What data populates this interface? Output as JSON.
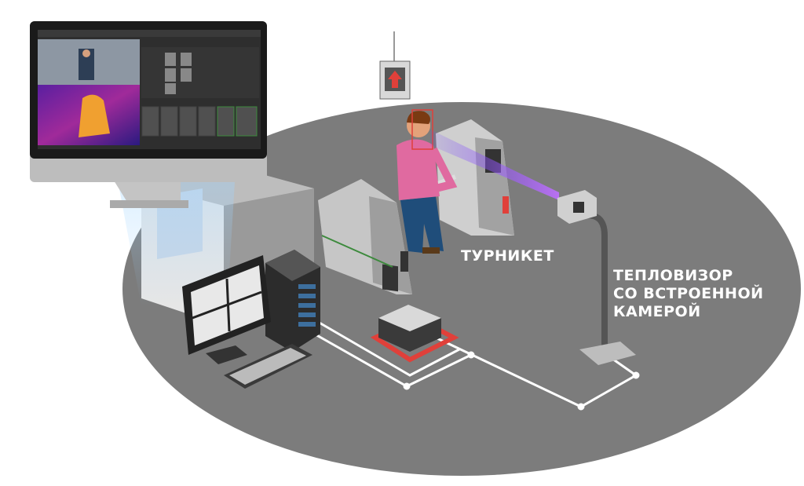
{
  "labels": {
    "turnstile": "ТУРНИКЕТ",
    "thermal_camera": [
      "ТЕПЛОВИЗОР",
      "СО ВСТРОЕННОЙ",
      "КАМЕРОЙ"
    ]
  },
  "colors": {
    "floor": "#7c7c7c",
    "screen_bg": "#2e2e2e",
    "wire": "#ffffff",
    "accent_red": "#e0403a",
    "scan_beam": "#a24bff"
  }
}
